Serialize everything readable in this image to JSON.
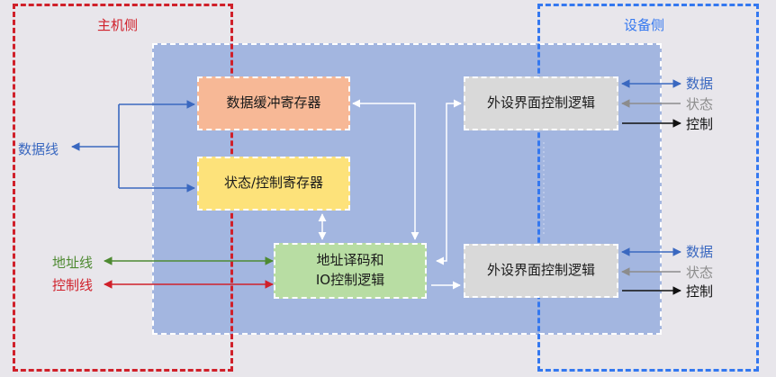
{
  "frames": {
    "host_label": "主机侧",
    "device_label": "设备侧"
  },
  "blocks": {
    "data_buffer": "数据缓冲寄存器",
    "status_control": "状态/控制寄存器",
    "addr_decode_line1": "地址译码和",
    "addr_decode_line2": "IO控制逻辑",
    "peripheral_1": "外设界面控制逻辑",
    "peripheral_2": "外设界面控制逻辑"
  },
  "host_signals": {
    "data_line": "数据线",
    "address_line": "地址线",
    "control_line": "控制线"
  },
  "device_signals": {
    "group_1": {
      "data": "数据",
      "status": "状态",
      "control": "控制"
    },
    "group_2": {
      "data": "数据",
      "status": "状态",
      "control": "控制"
    }
  },
  "colors": {
    "host_frame": "#d0202a",
    "device_frame": "#3478f0",
    "core_bg": "#a3b6e0",
    "data_buffer": "#f7b896",
    "status_control": "#fde27a",
    "addr_decode": "#b8dda3",
    "peripheral": "#d9d9d9",
    "data_arrow": "#3a68c0",
    "address_arrow": "#4e8a32",
    "control_arrow": "#d0202a",
    "status_arrow": "#8c8c8c"
  }
}
